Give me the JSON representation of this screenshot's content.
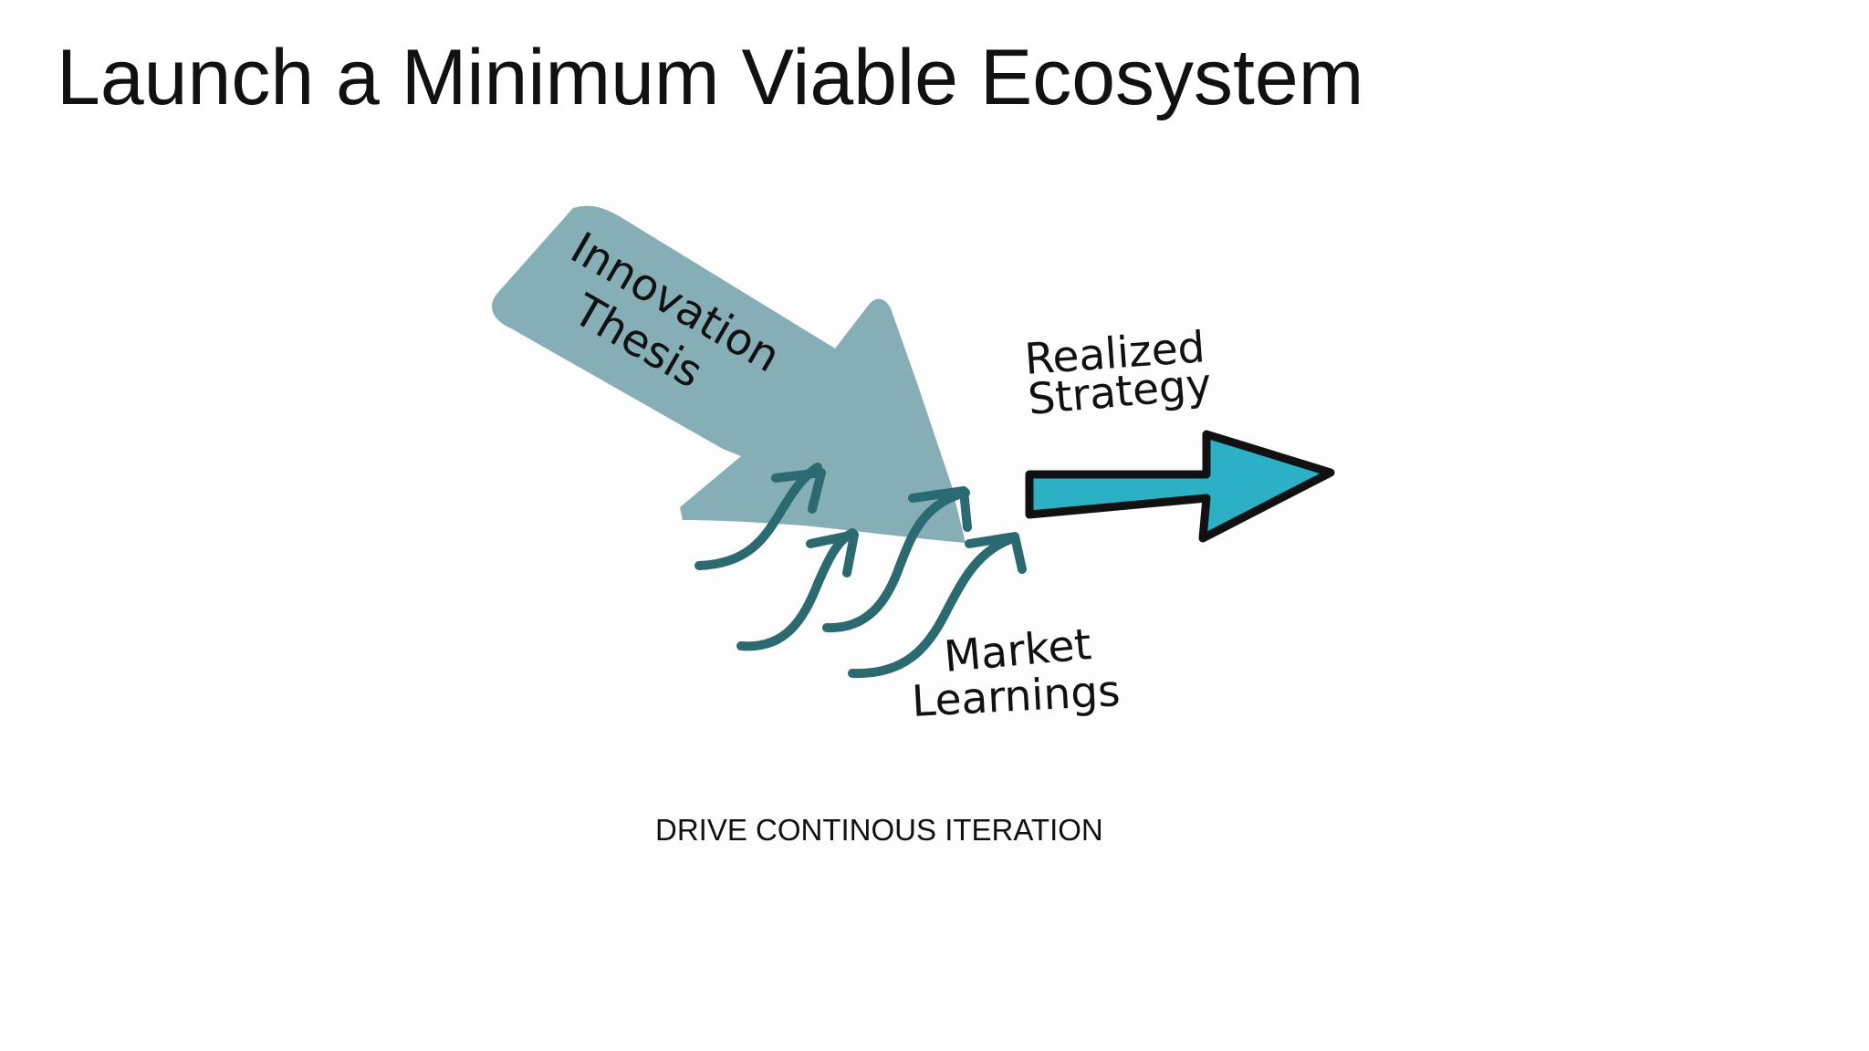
{
  "slide": {
    "title": "Launch a Minimum Viable Ecosystem",
    "caption": "DRIVE CONTINOUS ITERATION"
  },
  "diagram": {
    "innovation_label_line1": "Innovation",
    "innovation_label_line2": "Thesis",
    "realized_label_line1": "Realized",
    "realized_label_line2": "Strategy",
    "market_label_line1": "Market",
    "market_label_line2": "Learnings",
    "colors": {
      "innovation_arrow": "#86aeb6",
      "learning_arrows": "#2a6a70",
      "strategy_arrow": "#2bb0c6",
      "outline": "#111111"
    },
    "icons": [
      "big-arrow-icon",
      "curved-arrow-icon",
      "strategy-arrow-icon"
    ]
  }
}
